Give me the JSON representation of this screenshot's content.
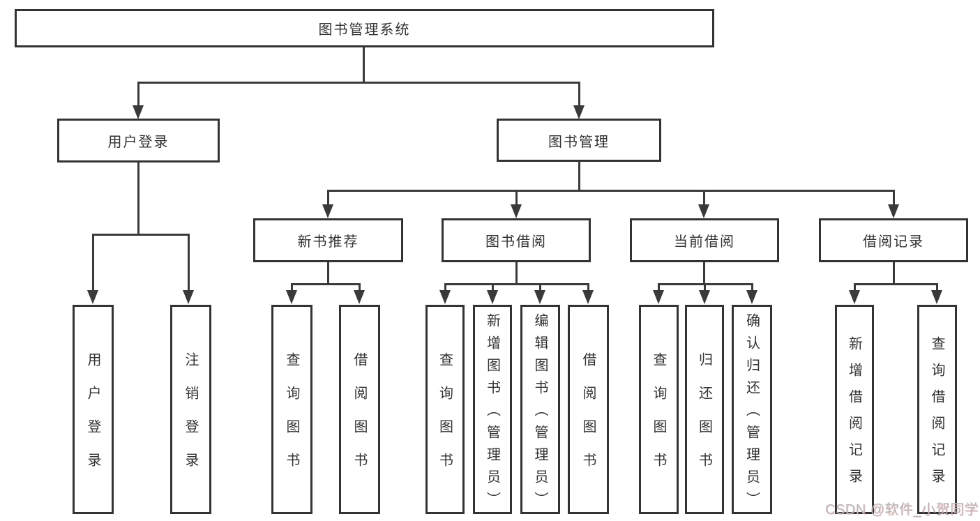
{
  "colors": {
    "line": "#3a3a3a",
    "border": "#333333",
    "text": "#333333",
    "watermark": "#b6b6ba"
  },
  "watermark": {
    "text": "CSDN @软件_小贺同学"
  },
  "diagram": {
    "root": {
      "label": "图书管理系统"
    },
    "level2": [
      {
        "label": "用户登录"
      },
      {
        "label": "图书管理"
      }
    ],
    "level3": [
      {
        "label": "新书推荐"
      },
      {
        "label": "图书借阅"
      },
      {
        "label": "当前借阅"
      },
      {
        "label": "借阅记录"
      }
    ],
    "leaves": {
      "user_login": [
        "用户登录",
        "注销登录"
      ],
      "new_books": [
        "查询图书",
        "借阅图书"
      ],
      "book_borrow": [
        "查询图书",
        "新增图书（管理员）",
        "编辑图书（管理员）",
        "借阅图书"
      ],
      "current_borrow": [
        "查询图书",
        "归还图书",
        "确认归还（管理员）"
      ],
      "borrow_records": [
        "新增借阅记录",
        "查询借阅记录"
      ]
    }
  }
}
